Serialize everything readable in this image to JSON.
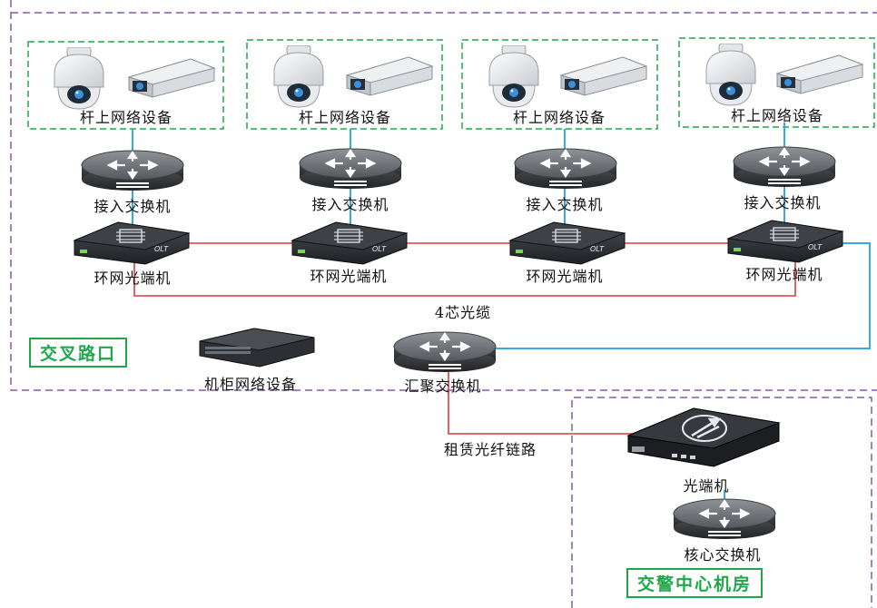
{
  "pole_group_label": "杆上网络设备",
  "access_switch_label": "接入交换机",
  "ring_olt_label": "环网光端机",
  "fiber_label": "4芯光缆",
  "intersection_label": "交叉路口",
  "cabinet_label": "机柜网络设备",
  "aggregation_switch_label": "汇聚交换机",
  "leased_fiber_label": "租赁光纤链路",
  "optical_terminal_label": "光端机",
  "core_switch_label": "核心交换机",
  "traffic_center_label": "交警中心机房",
  "olt_badge": "OLT",
  "colors": {
    "fiber_red": "#e03a3a",
    "link_blue": "#37a9dc",
    "group_green": "#1ea84a",
    "zone_purple": "#8a5aa8"
  }
}
